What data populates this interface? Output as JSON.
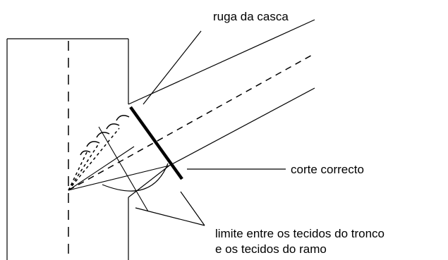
{
  "labels": {
    "bark_ridge": "ruga da casca",
    "correct_cut": "corte correcto",
    "limit_line1": "limite entre os tecidos do tronco",
    "limit_line2": "e os tecidos do ramo"
  },
  "colors": {
    "ink": "#000000",
    "background": "#ffffff"
  }
}
